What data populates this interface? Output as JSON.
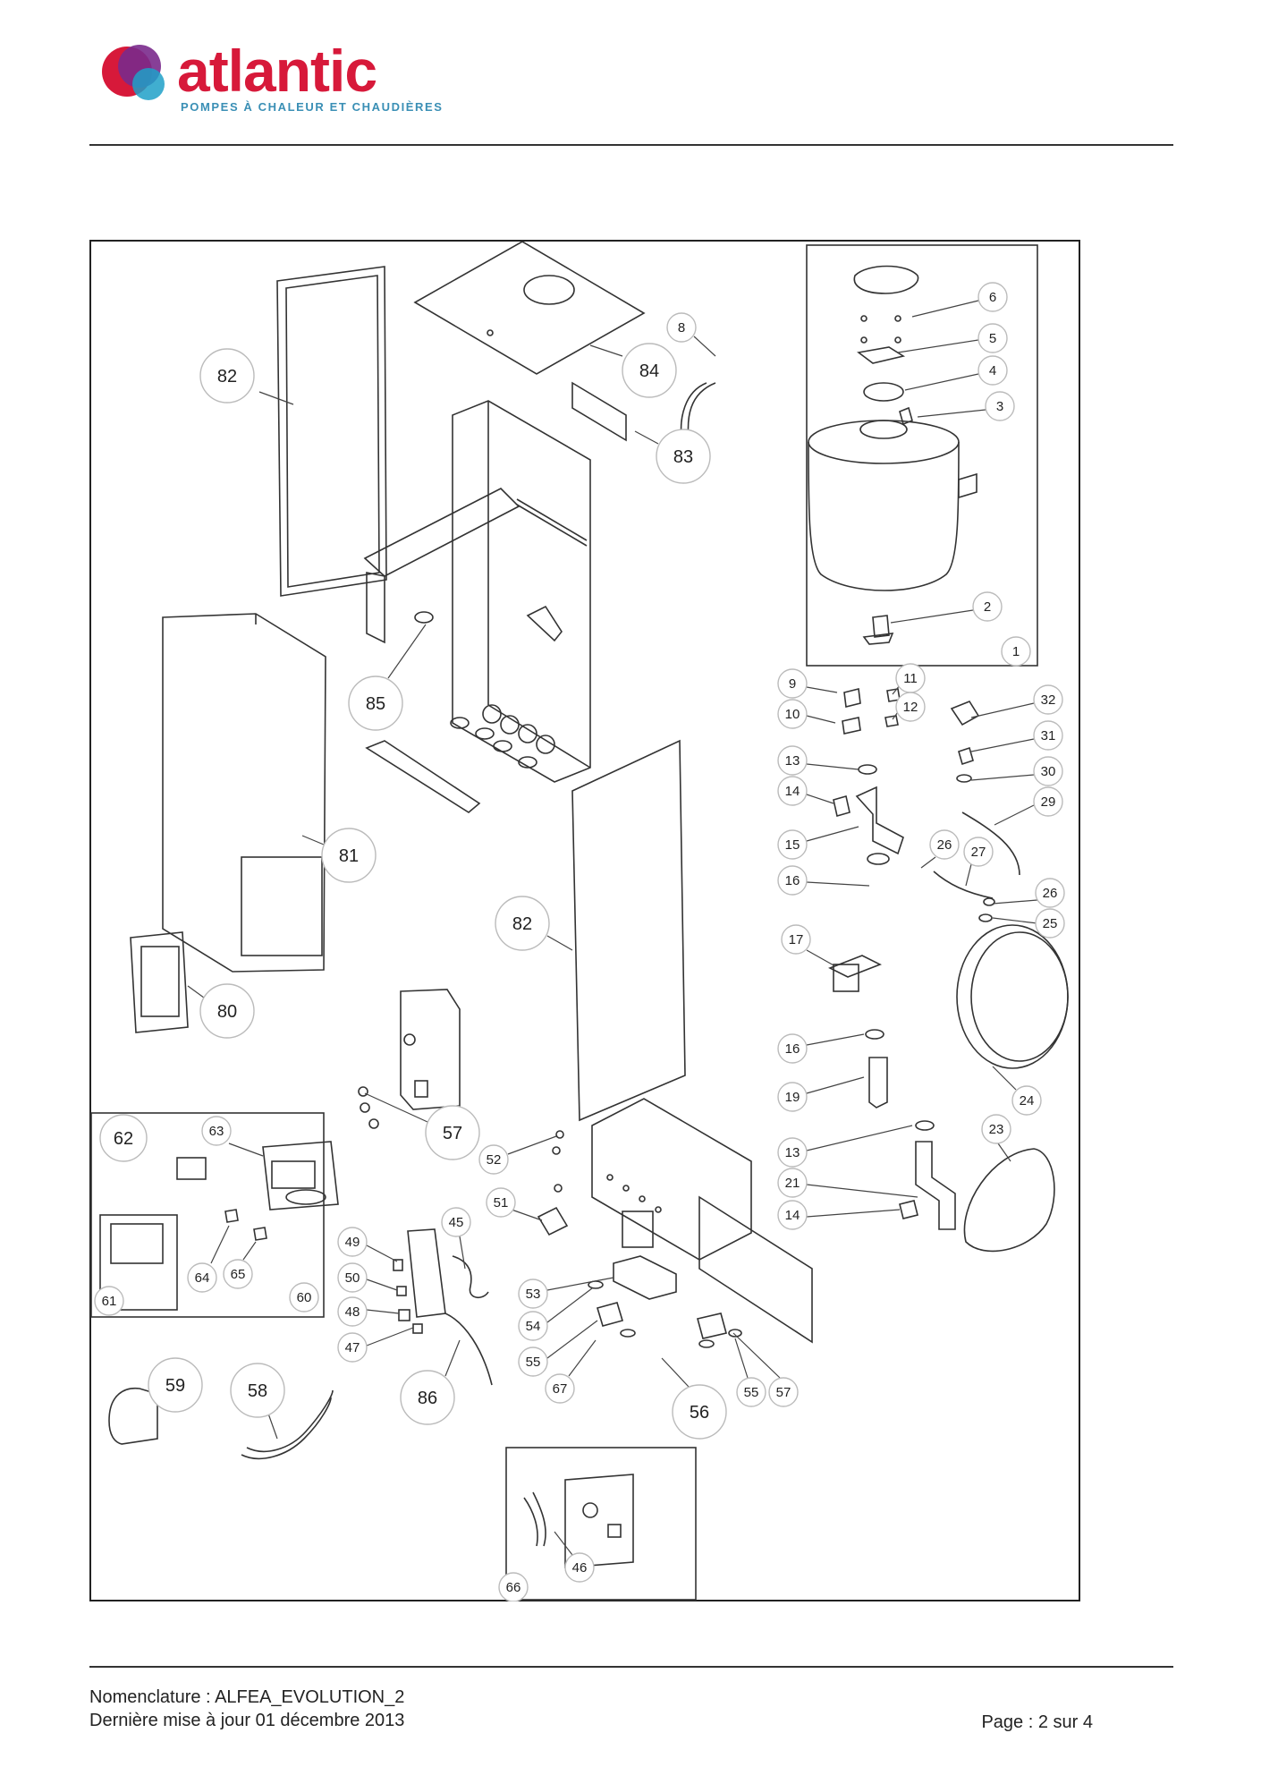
{
  "brand": {
    "name": "atlantic",
    "tagline": "POMPES À CHALEUR ET CHAUDIÈRES",
    "colors": {
      "red": "#d7193a",
      "blue": "#3a8fb5",
      "purple": "#7a2a8c",
      "teal": "#1fa0c8"
    }
  },
  "callouts": [
    {
      "label": "82"
    },
    {
      "label": "84"
    },
    {
      "label": "8"
    },
    {
      "label": "83"
    },
    {
      "label": "6"
    },
    {
      "label": "5"
    },
    {
      "label": "4"
    },
    {
      "label": "3"
    },
    {
      "label": "2"
    },
    {
      "label": "1"
    },
    {
      "label": "85"
    },
    {
      "label": "81"
    },
    {
      "label": "82"
    },
    {
      "label": "80"
    },
    {
      "label": "9"
    },
    {
      "label": "11"
    },
    {
      "label": "10"
    },
    {
      "label": "12"
    },
    {
      "label": "32"
    },
    {
      "label": "31"
    },
    {
      "label": "13"
    },
    {
      "label": "14"
    },
    {
      "label": "30"
    },
    {
      "label": "29"
    },
    {
      "label": "15"
    },
    {
      "label": "26"
    },
    {
      "label": "27"
    },
    {
      "label": "16"
    },
    {
      "label": "26"
    },
    {
      "label": "25"
    },
    {
      "label": "17"
    },
    {
      "label": "16"
    },
    {
      "label": "19"
    },
    {
      "label": "24"
    },
    {
      "label": "23"
    },
    {
      "label": "13"
    },
    {
      "label": "21"
    },
    {
      "label": "14"
    },
    {
      "label": "62"
    },
    {
      "label": "63"
    },
    {
      "label": "57"
    },
    {
      "label": "52"
    },
    {
      "label": "51"
    },
    {
      "label": "45"
    },
    {
      "label": "49"
    },
    {
      "label": "50"
    },
    {
      "label": "48"
    },
    {
      "label": "47"
    },
    {
      "label": "53"
    },
    {
      "label": "54"
    },
    {
      "label": "55"
    },
    {
      "label": "67"
    },
    {
      "label": "56"
    },
    {
      "label": "55"
    },
    {
      "label": "57"
    },
    {
      "label": "86"
    },
    {
      "label": "61"
    },
    {
      "label": "64"
    },
    {
      "label": "65"
    },
    {
      "label": "60"
    },
    {
      "label": "59"
    },
    {
      "label": "58"
    },
    {
      "label": "46"
    },
    {
      "label": "66"
    }
  ],
  "footer": {
    "nomenclature": "Nomenclature : ALFEA_EVOLUTION_2",
    "updated": "Dernière mise à jour 01 décembre 2013",
    "page": "Page : 2 sur 4"
  }
}
